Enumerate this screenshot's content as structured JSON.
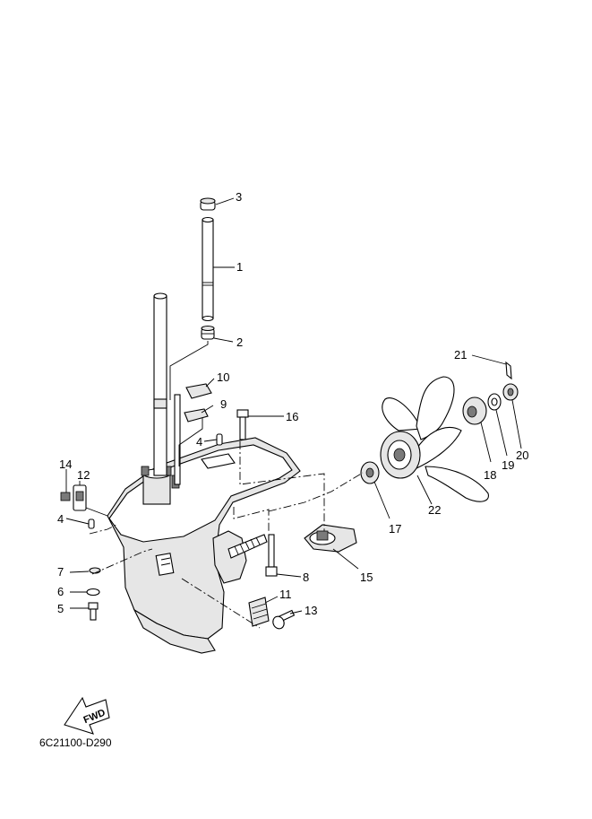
{
  "callouts": {
    "c1": "1",
    "c2": "2",
    "c3": "3",
    "c4a": "4",
    "c4b": "4",
    "c5": "5",
    "c6": "6",
    "c7": "7",
    "c8": "8",
    "c9": "9",
    "c10": "10",
    "c11": "11",
    "c12": "12",
    "c13": "13",
    "c14": "14",
    "c15": "15",
    "c16": "16",
    "c17": "17",
    "c18": "18",
    "c19": "19",
    "c20": "20",
    "c21": "21",
    "c22": "22"
  },
  "fwd_label": "FWD",
  "diagram_code": "6C21100-D290"
}
